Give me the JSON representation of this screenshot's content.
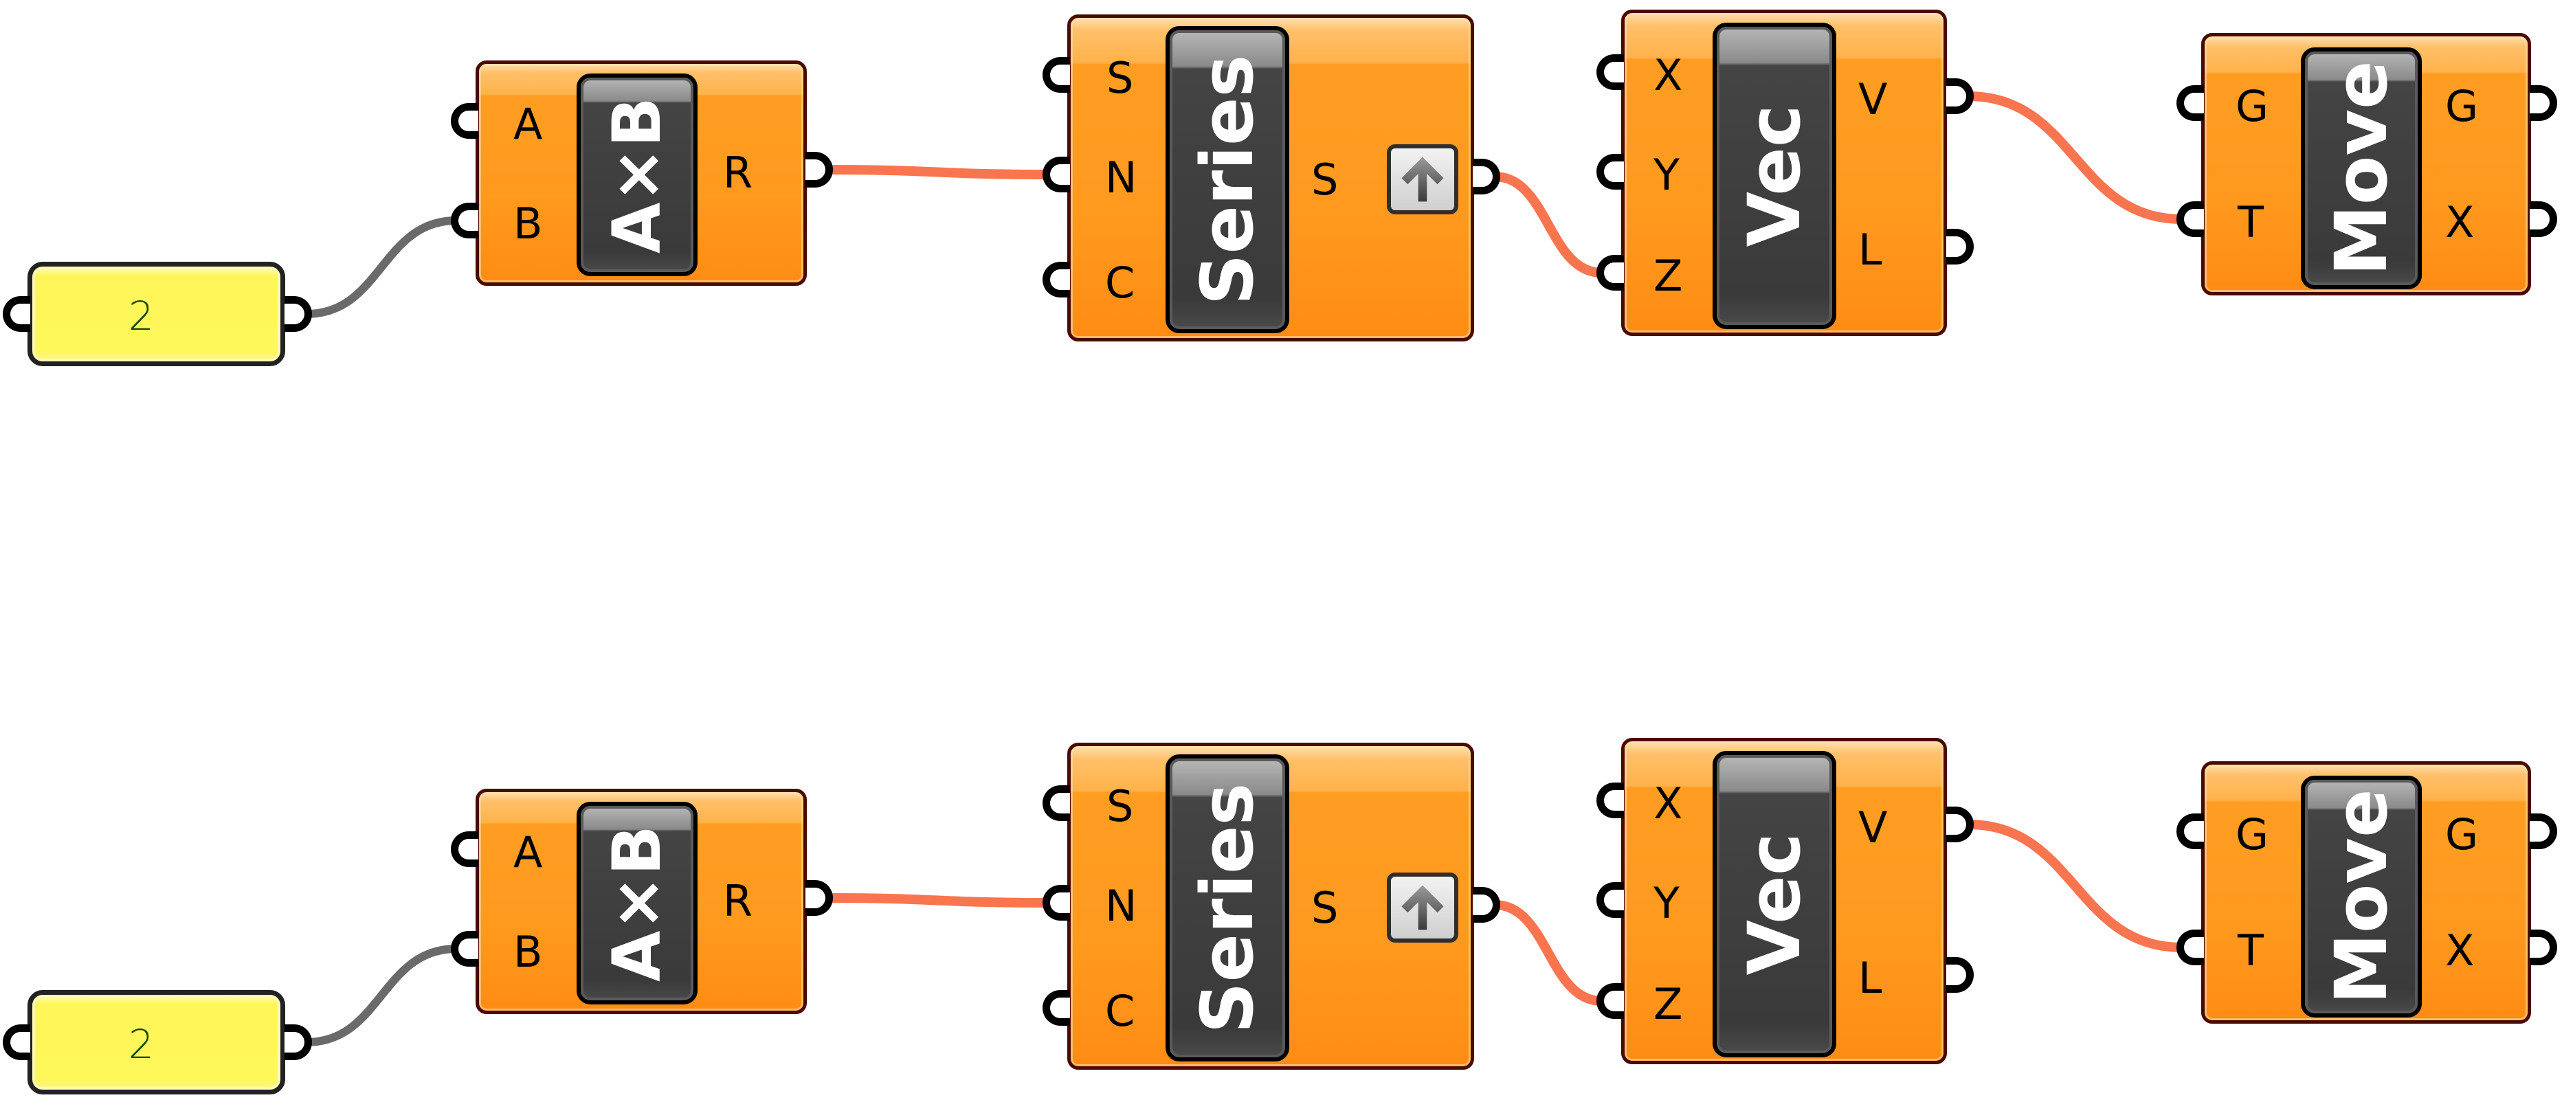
{
  "canvas": {
    "colors": {
      "background": "#ffffff",
      "component_fill": "#ff9a1f",
      "component_border": "#4a0a00",
      "panel_fill": "#fff85a",
      "panel_text": "#0b4a0b",
      "wire_data": "#f97550",
      "wire_panel": "#6a6a6a"
    }
  },
  "rows": [
    {
      "panel": {
        "value": "2"
      },
      "multiply": {
        "label": "A×B",
        "inputs": [
          "A",
          "B"
        ],
        "outputs": [
          "R"
        ]
      },
      "series": {
        "label": "Series",
        "inputs": [
          "S",
          "N",
          "C"
        ],
        "outputs": [
          "S"
        ],
        "button_icon": "up-arrow-icon"
      },
      "vector": {
        "label": "Vec",
        "inputs": [
          "X",
          "Y",
          "Z"
        ],
        "outputs": [
          "V",
          "L"
        ]
      },
      "move": {
        "label": "Move",
        "inputs": [
          "G",
          "T"
        ],
        "outputs": [
          "G",
          "X"
        ]
      }
    },
    {
      "panel": {
        "value": "2"
      },
      "multiply": {
        "label": "A×B",
        "inputs": [
          "A",
          "B"
        ],
        "outputs": [
          "R"
        ]
      },
      "series": {
        "label": "Series",
        "inputs": [
          "S",
          "N",
          "C"
        ],
        "outputs": [
          "S"
        ],
        "button_icon": "up-arrow-icon"
      },
      "vector": {
        "label": "Vec",
        "inputs": [
          "X",
          "Y",
          "Z"
        ],
        "outputs": [
          "V",
          "L"
        ]
      },
      "move": {
        "label": "Move",
        "inputs": [
          "G",
          "T"
        ],
        "outputs": [
          "G",
          "X"
        ]
      }
    }
  ],
  "wires": [
    {
      "from": "panel.out",
      "to": "multiply.in.B",
      "kind": "panel"
    },
    {
      "from": "multiply.out.R",
      "to": "series.in.N",
      "kind": "data"
    },
    {
      "from": "series.out.S",
      "to": "vector.in.Z",
      "kind": "data"
    },
    {
      "from": "vector.out.V",
      "to": "move.in.T",
      "kind": "data"
    }
  ]
}
